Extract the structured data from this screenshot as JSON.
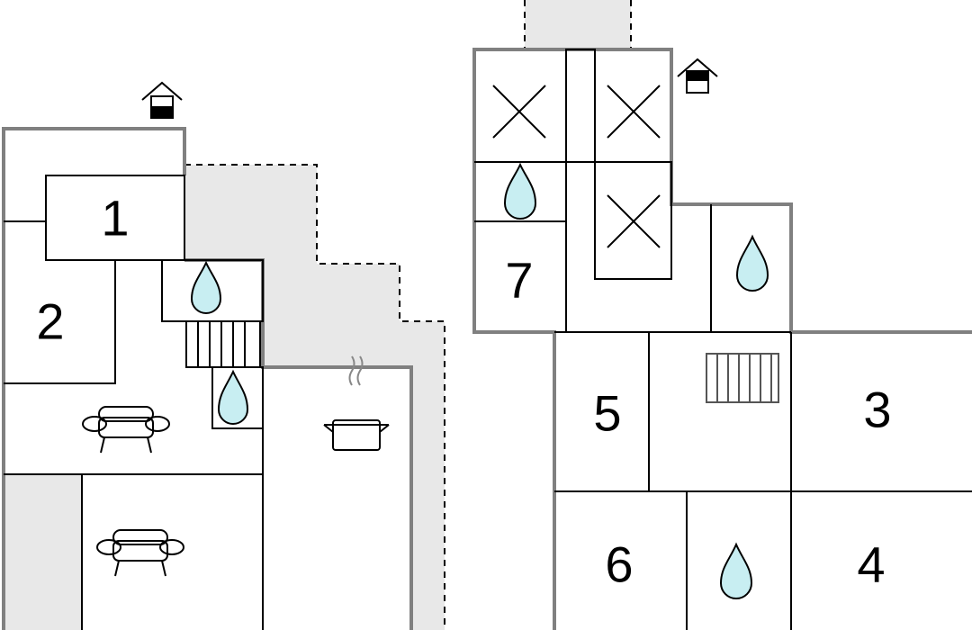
{
  "rooms": {
    "r1": "1",
    "r2": "2",
    "r3": "3",
    "r4": "4",
    "r5": "5",
    "r6": "6",
    "r7": "7"
  },
  "colors": {
    "wall": "#808080",
    "terrace": "#e8e8e8",
    "water": "#c8eef2",
    "line": "#000000"
  },
  "icons": [
    "house-entrance-icon",
    "water-drop-icon",
    "sofa-icon",
    "cooking-pot-icon",
    "staircase-icon",
    "cross-void-icon"
  ]
}
